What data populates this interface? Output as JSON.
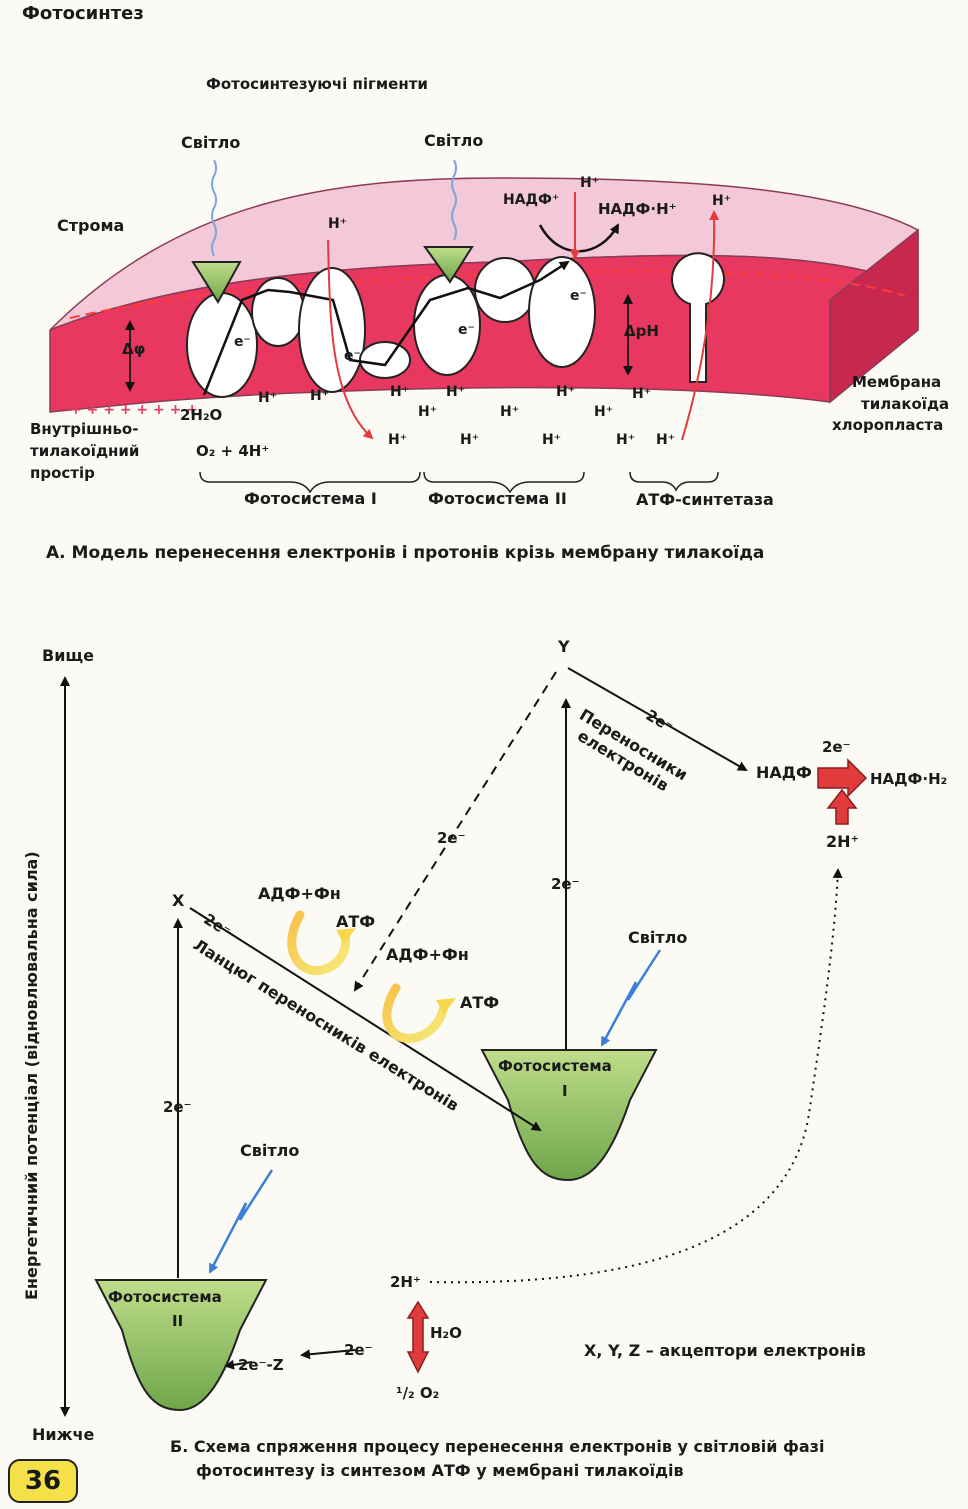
{
  "header": {
    "title": "Фотосинтез"
  },
  "partA": {
    "pigments_label": "Фотосинтезуючі пігменти",
    "light_1": "Світло",
    "light_2": "Світло",
    "stroma": "Строма",
    "inner_space": [
      "Внутрішньо-",
      "тилакоїдний",
      "простір"
    ],
    "membrane_label": [
      "Мембрана",
      "тилакоїда",
      "хлоропласта"
    ],
    "delta_phi": "Δφ",
    "delta_ph": "ΔpH",
    "nadp": "НАДФ⁺",
    "nadph": "НАДФ·Н⁺",
    "h_plus": "Н⁺",
    "electron": "e⁻",
    "water": "2H₂O",
    "oxygen": "O₂ + 4H⁺",
    "ps1": "Фотосистема I",
    "ps2": "Фотосистема II",
    "atp_synthase": "АТФ-синтетаза",
    "caption": "А. Модель перенесення електронів і протонів крізь мембрану тилакоїда"
  },
  "partB": {
    "higher": "Вище",
    "lower": "Нижче",
    "axis_label": "Енергетичний потенціал (відновлювальна сила)",
    "y": "Y",
    "x": "X",
    "carriers_short": [
      "Переносники",
      "електронів"
    ],
    "carriers_chain": "Ланцюг переносників електронів",
    "two_e": "2e⁻",
    "nadp": "НАДФ",
    "nadph2": "НАДФ·Н₂",
    "two_h": "2H⁺",
    "adp_1": "АДФ+Фн",
    "atp_1": "АТФ",
    "adp_2": "АДФ+Фн",
    "atp_2": "АТФ",
    "light_1": "Світло",
    "light_2": "Світло",
    "ps1": [
      "Фотосистема",
      "I"
    ],
    "ps2": [
      "Фотосистема",
      "II"
    ],
    "two_e_z": "2e⁻-Z",
    "h2o": "H₂O",
    "half_o2": "¹/₂ O₂",
    "acceptors": "X, Y, Z – акцептори електронів",
    "caption": [
      "Б. Схема спряження процесу перенесення електронів у світловій фазі",
      "фотосинтезу із синтезом АТФ у мембрані тилакоїдів"
    ]
  },
  "page_number": "36",
  "colors": {
    "membrane": "#e8385f",
    "stroma": "#f3c8d8",
    "photosystem": "#9fc86a",
    "arrow_red": "#e23b3b",
    "light_blue": "#3b7fd8"
  }
}
